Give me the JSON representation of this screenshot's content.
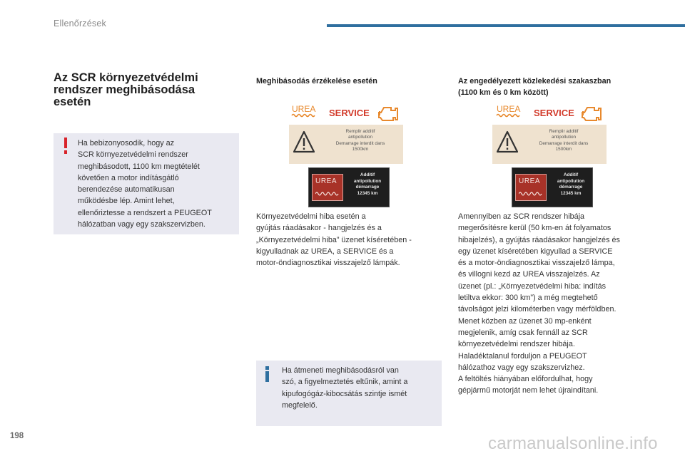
{
  "header": {
    "title": "Ellenőrzések"
  },
  "section": {
    "title": "Az SCR környezetvédelmi rendszer meghibásodása esetén"
  },
  "warning_box": {
    "lines": [
      "Ha bebizonyosodik, hogy az",
      "SCR környezetvédelmi rendszer",
      "meghibásodott, 1100 km megtételét",
      "követően a motor indításgátló",
      "berendezése automatikusan",
      "működésbe lép. Amint lehet,",
      "ellenőriztesse a rendszert a PEUGEOT",
      "hálózatban vagy egy szakszervizben."
    ]
  },
  "col_middle": {
    "heading": "Meghibásodás érzékelése esetén",
    "body_lines": [
      "Környezetvédelmi hiba esetén a",
      "gyújtás ráadásakor - hangjelzés és a",
      "„Környezetvédelmi hiba” üzenet kíséretében -",
      "kigyulladnak az UREA, a SERVICE és a",
      "motor-öndiagnosztikai visszajelző lámpák."
    ]
  },
  "col_right": {
    "heading_lines": [
      "Az engedélyezett közlekedési szakaszban",
      "(1100 km és 0 km között)"
    ],
    "body_lines": [
      "Amennyiben az SCR rendszer hibája",
      "megerősítésre kerül (50 km-en át folyamatos",
      "hibajelzés), a gyújtás ráadásakor hangjelzés és",
      "egy üzenet kíséretében kigyullad a SERVICE",
      "és a motor-öndiagnosztikai visszajelző lámpa,",
      "és villogni kezd az UREA visszajelzés. Az",
      "üzenet (pl.: „Környezetvédelmi hiba: indítás",
      "letiltva ekkor: 300 km”) a még megtehető",
      "távolságot jelzi kilométerben vagy mérföldben.",
      "Menet közben az üzenet 30 mp-enként",
      "megjelenik, amíg csak fennáll az SCR",
      "környezetvédelmi rendszer hibája.",
      "Haladéktalanul forduljon a PEUGEOT",
      "hálózathoz vagy egy szakszervizhez.",
      "A feltöltés hiányában előfordulhat, hogy",
      "gépjármű motorját nem lehet újraindítani."
    ]
  },
  "info_box": {
    "lines": [
      "Ha átmeneti meghibásodásról van",
      "szó, a figyelmeztetés eltűnik, amint a",
      "kipufogógáz-kibocsátás szintje ismét",
      "megfelelő."
    ]
  },
  "figure": {
    "urea_label": "UREA",
    "service_label": "SERVICE",
    "banner_lines": [
      "Remplir additif",
      "antipollution",
      "Demarrage interdit dans",
      "1500km"
    ],
    "screen_urea": "UREA",
    "screen_lines": [
      "Additif",
      "antipollution",
      "démarrage",
      "12345 km"
    ]
  },
  "footer": {
    "page_number": "198",
    "watermark": "carmanualsonline.info"
  },
  "colors": {
    "accent_bar": "#2f6f9f",
    "warning_red": "#d8232a",
    "info_blue": "#2f6f9f",
    "box_bg": "#e9e9f1",
    "urea_orange": "#e8892d",
    "service_red": "#d23a2a"
  }
}
